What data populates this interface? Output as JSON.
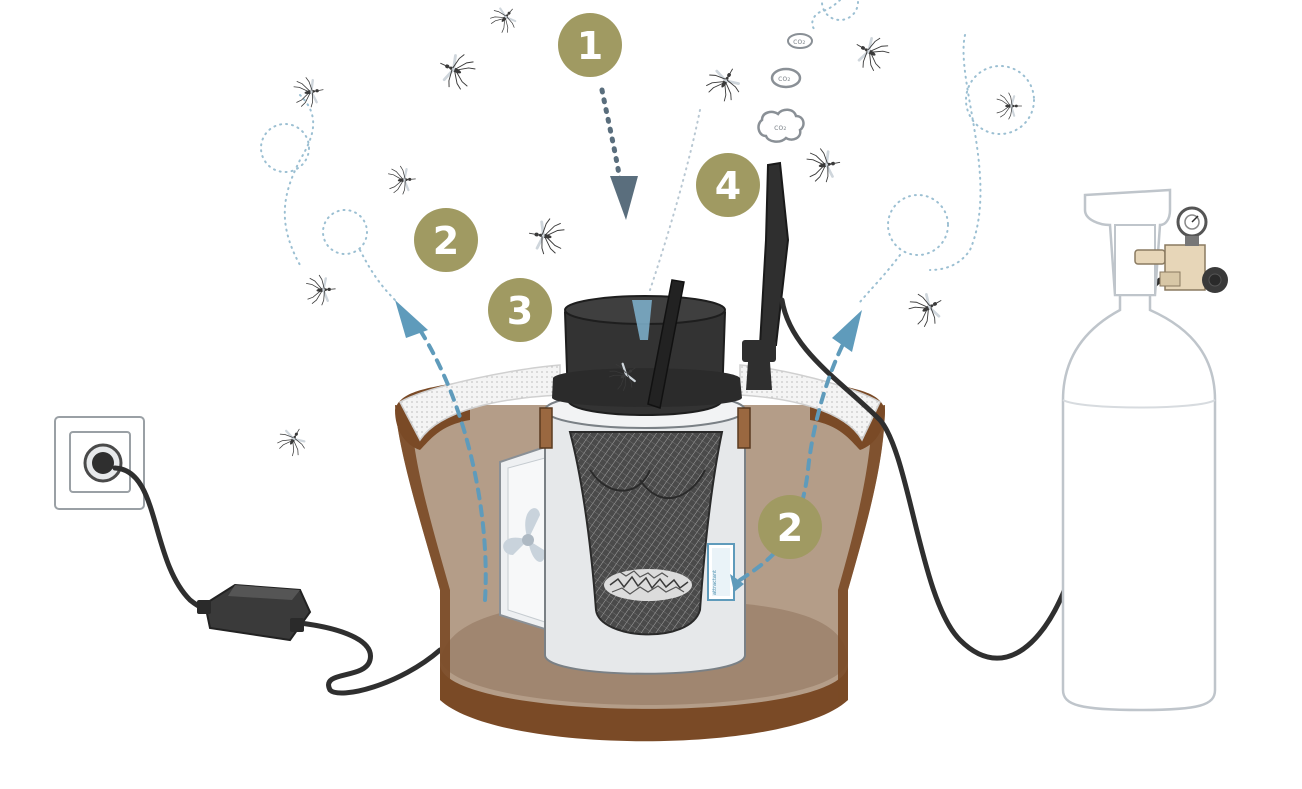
{
  "steps": [
    {
      "id": "1",
      "label": "1"
    },
    {
      "id": "2a",
      "label": "2"
    },
    {
      "id": "3",
      "label": "3"
    },
    {
      "id": "4",
      "label": "4"
    },
    {
      "id": "2b",
      "label": "2"
    }
  ],
  "co2_bubbles": [
    "co₂",
    "co₂",
    "co₂"
  ],
  "colors": {
    "badge": "#a09a62",
    "flow": "#5f9bbb",
    "soil": "#b49d88",
    "pot": "#7a4a26",
    "dark": "#2f2f2f",
    "cylinder": "#bfc5cb"
  },
  "icons": [
    "wall-outlet-icon",
    "power-adapter-icon",
    "co2-cylinder-icon",
    "mosquito-icon",
    "fan-icon"
  ]
}
